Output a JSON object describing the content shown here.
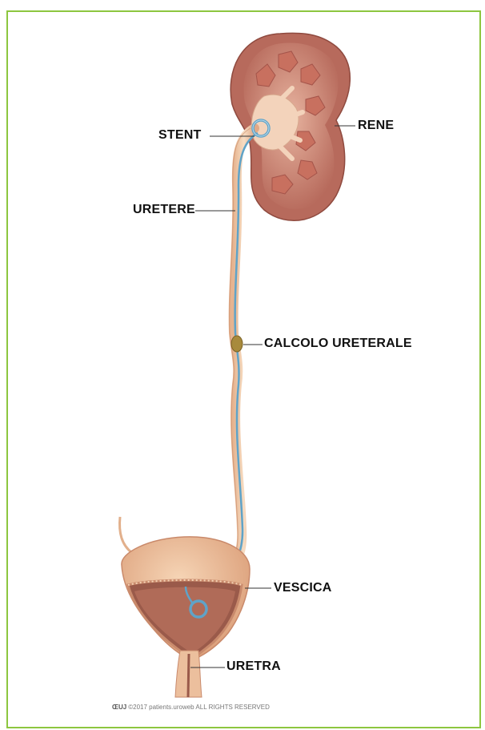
{
  "labels": {
    "stent": "STENT",
    "rene": "RENE",
    "uretere": "URETERE",
    "calcolo": "CALCOLO URETERALE",
    "vescica": "VESCICA",
    "uretra": "URETRA"
  },
  "footer": {
    "logo": "ŒUJ",
    "copyright": "©2017 patients.uroweb ALL RIGHTS RESERVED"
  },
  "colors": {
    "frame": "#8dc63f",
    "kidney": "#b86a5e",
    "kidney_inner": "#d99a86",
    "tissue": "#f1c9a6",
    "stent": "#5fa3c8",
    "stone": "#a88a3c",
    "bladder": "#eab894"
  }
}
